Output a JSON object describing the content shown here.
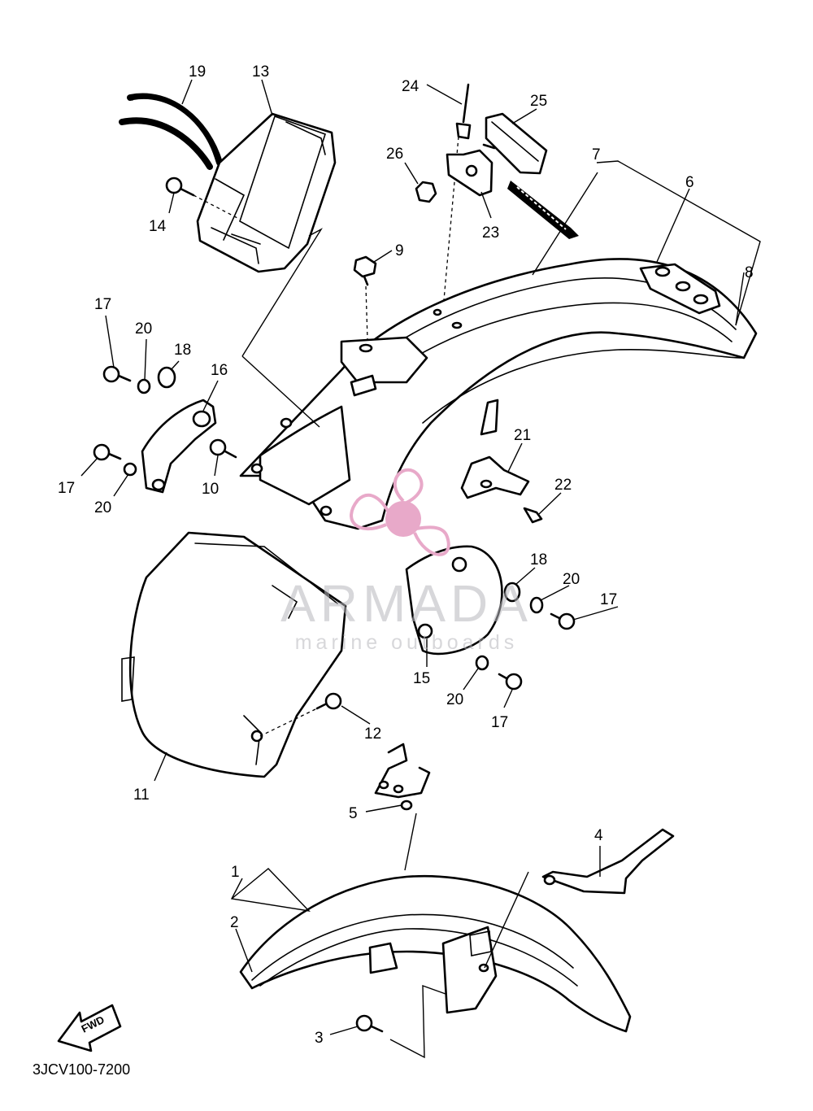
{
  "diagram_code": "3JCV100-7200",
  "fwd_label": "FWD",
  "watermark": {
    "brand": "ARMADA",
    "tagline": "marine outboards",
    "accent_color": "#e8a9c9"
  },
  "callouts": [
    {
      "id": "c19",
      "text": "19"
    },
    {
      "id": "c13",
      "text": "13"
    },
    {
      "id": "c14",
      "text": "14"
    },
    {
      "id": "c24",
      "text": "24"
    },
    {
      "id": "c25",
      "text": "25"
    },
    {
      "id": "c26",
      "text": "26"
    },
    {
      "id": "c23",
      "text": "23"
    },
    {
      "id": "c7",
      "text": "7"
    },
    {
      "id": "c6",
      "text": "6"
    },
    {
      "id": "c8",
      "text": "8"
    },
    {
      "id": "c9",
      "text": "9"
    },
    {
      "id": "c17a",
      "text": "17"
    },
    {
      "id": "c20a",
      "text": "20"
    },
    {
      "id": "c18a",
      "text": "18"
    },
    {
      "id": "c16",
      "text": "16"
    },
    {
      "id": "c17b",
      "text": "17"
    },
    {
      "id": "c20b",
      "text": "20"
    },
    {
      "id": "c10",
      "text": "10"
    },
    {
      "id": "c21",
      "text": "21"
    },
    {
      "id": "c22",
      "text": "22"
    },
    {
      "id": "c18b",
      "text": "18"
    },
    {
      "id": "c20c",
      "text": "20"
    },
    {
      "id": "c17c",
      "text": "17"
    },
    {
      "id": "c15",
      "text": "15"
    },
    {
      "id": "c20d",
      "text": "20"
    },
    {
      "id": "c17d",
      "text": "17"
    },
    {
      "id": "c12",
      "text": "12"
    },
    {
      "id": "c11",
      "text": "11"
    },
    {
      "id": "c5",
      "text": "5"
    },
    {
      "id": "c4",
      "text": "4"
    },
    {
      "id": "c1",
      "text": "1"
    },
    {
      "id": "c2",
      "text": "2"
    },
    {
      "id": "c3",
      "text": "3"
    }
  ]
}
